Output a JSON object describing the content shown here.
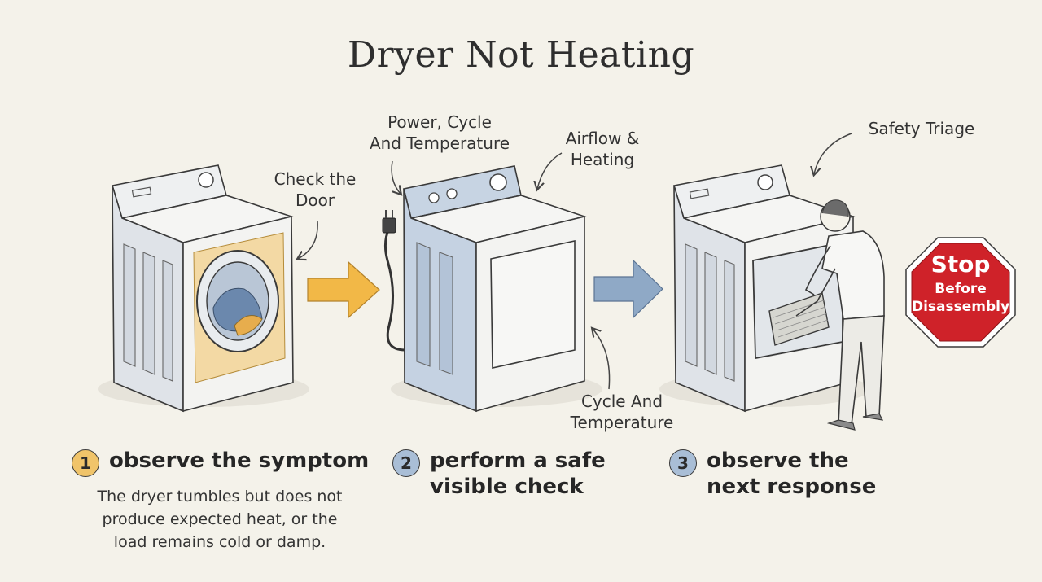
{
  "title": "Dryer Not Heating",
  "callouts": {
    "check_door": "Check the\nDoor",
    "power_cycle": "Power, Cycle\nAnd Temperature",
    "airflow": "Airflow &\nHeating",
    "cycle_temp": "Cycle And\nTemperature",
    "safety_triage": "Safety Triage"
  },
  "stop_sign": {
    "word": "Stop",
    "sub": "Before\nDisassembly"
  },
  "steps": [
    {
      "number": "1",
      "title": "observe the symptom",
      "color": "#f0c46a",
      "description": "The dryer tumbles but does not produce expected heat, or the load remains cold or damp."
    },
    {
      "number": "2",
      "title": "perform a safe\nvisible check",
      "color": "#a9bed6"
    },
    {
      "number": "3",
      "title": "observe the\nnext response",
      "color": "#a9bed6"
    }
  ],
  "colors": {
    "accent_yellow": "#f2b847",
    "accent_blue": "#8fa9c6",
    "stop_red": "#cf2229"
  },
  "icons": [
    "dryer-front-load-icon",
    "dryer-power-cord-icon",
    "dryer-inspection-icon",
    "arrow-right-icon",
    "stop-sign-icon",
    "person-icon"
  ]
}
